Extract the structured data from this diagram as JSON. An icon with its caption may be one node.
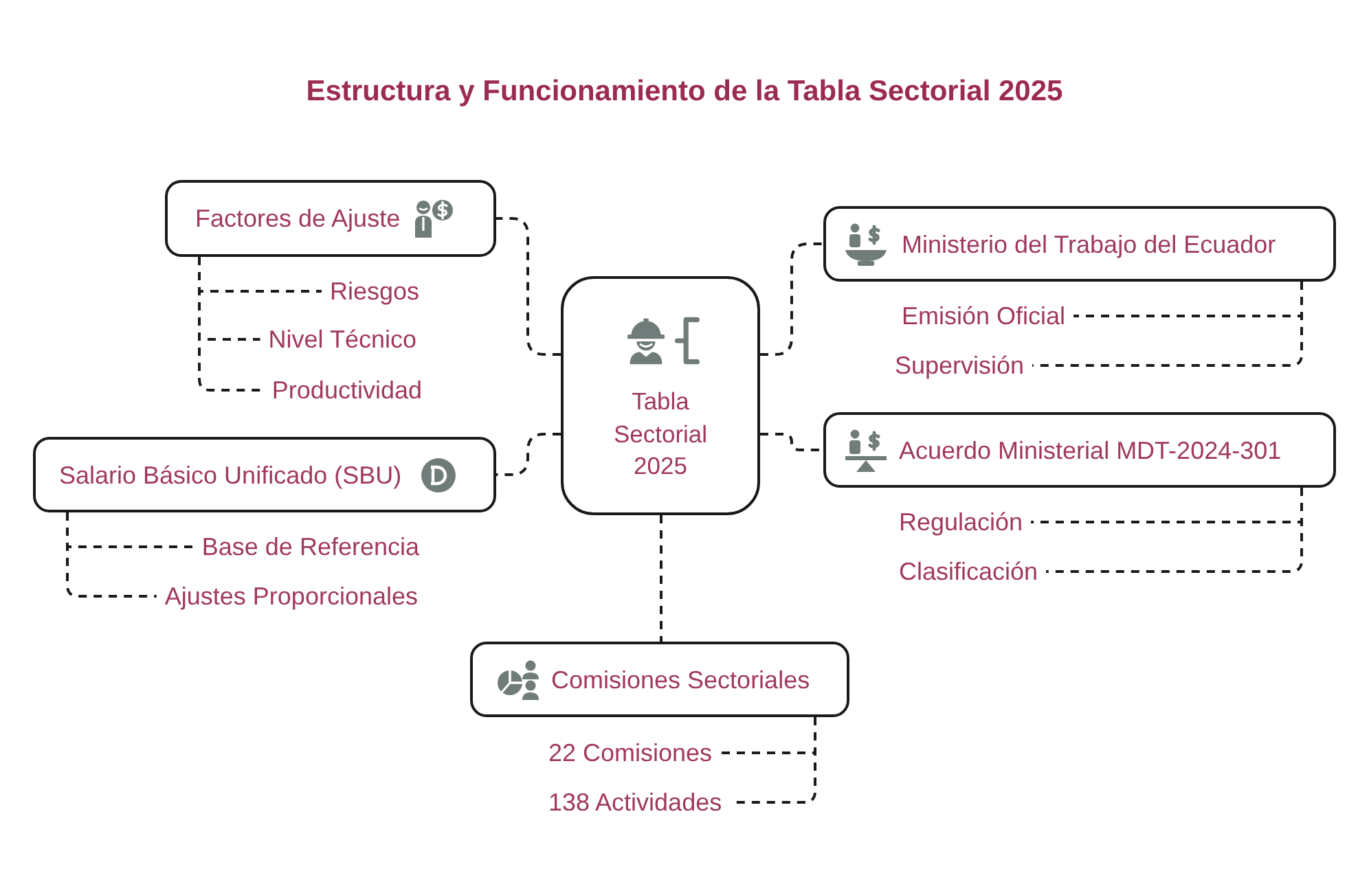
{
  "diagram": {
    "title": "Estructura y Funcionamiento de la Tabla Sectorial 2025",
    "nodes": [
      {
        "text": [
          "Tabla Sectorial 2025"
        ]
      },
      {
        "text": [
          "Factores de Ajuste"
        ]
      },
      {
        "text": [
          "Riesgos"
        ]
      },
      {
        "text": [
          "Nivel Técnico"
        ]
      },
      {
        "text": [
          "Productividad"
        ]
      },
      {
        "text": [
          "Salario Básico Unificado (SBU)"
        ]
      },
      {
        "text": [
          "Base de Referencia"
        ]
      },
      {
        "text": [
          "Ajustes Proporcionales"
        ]
      },
      {
        "text": [
          "Ministerio del Trabajo del Ecuador"
        ]
      },
      {
        "text": [
          "Emisión Oficial"
        ]
      },
      {
        "text": [
          "Supervisión"
        ]
      },
      {
        "text": [
          "Acuerdo Ministerial MDT-2024-301"
        ]
      },
      {
        "text": [
          "Regulación"
        ]
      },
      {
        "text": [
          "Clasificación"
        ]
      },
      {
        "text": [
          "Comisiones Sectoriales"
        ]
      },
      {
        "text": [
          "22 Comisiones"
        ]
      },
      {
        "text": [
          "138 Actividades"
        ]
      }
    ],
    "edges": [
      {
        "from": 0,
        "to": 1,
        "arrow": "none",
        "style": "dashed"
      },
      {
        "from": 0,
        "to": 5,
        "arrow": "none",
        "style": "dashed"
      },
      {
        "from": 0,
        "to": 8,
        "arrow": "none",
        "style": "dashed"
      },
      {
        "from": 0,
        "to": 11,
        "arrow": "none",
        "style": "dashed"
      },
      {
        "from": 0,
        "to": 14,
        "arrow": "none",
        "style": "dashed"
      },
      {
        "from": 1,
        "to": 2,
        "arrow": "none",
        "style": "dashed"
      },
      {
        "from": 1,
        "to": 3,
        "arrow": "none",
        "style": "dashed"
      },
      {
        "from": 1,
        "to": 4,
        "arrow": "none",
        "style": "dashed"
      },
      {
        "from": 5,
        "to": 6,
        "arrow": "none",
        "style": "dashed"
      },
      {
        "from": 5,
        "to": 7,
        "arrow": "none",
        "style": "dashed"
      },
      {
        "from": 8,
        "to": 9,
        "arrow": "none",
        "style": "dashed"
      },
      {
        "from": 8,
        "to": 10,
        "arrow": "none",
        "style": "dashed"
      },
      {
        "from": 11,
        "to": 12,
        "arrow": "none",
        "style": "dashed"
      },
      {
        "from": 11,
        "to": 13,
        "arrow": "none",
        "style": "dashed"
      },
      {
        "from": 14,
        "to": 15,
        "arrow": "none",
        "style": "dashed"
      },
      {
        "from": 14,
        "to": 16,
        "arrow": "none",
        "style": "dashed"
      }
    ]
  }
}
